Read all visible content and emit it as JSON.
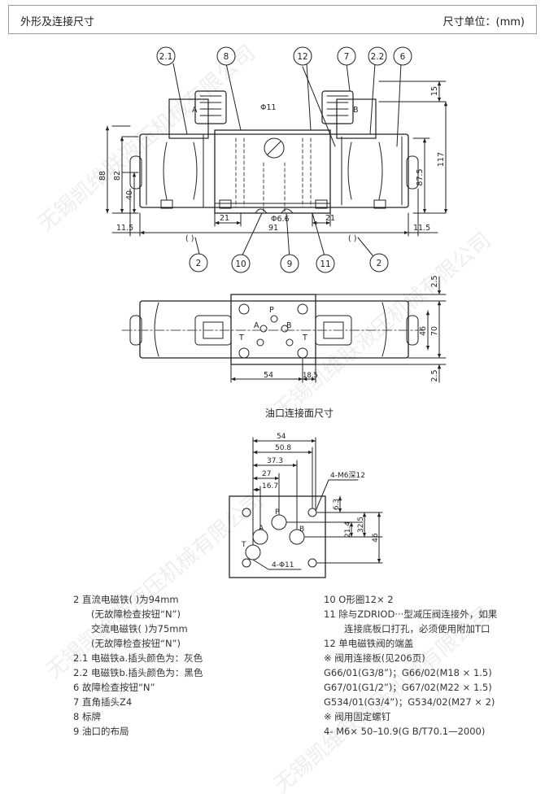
{
  "header": {
    "title": "外形及连接尺寸",
    "unit": "尺寸单位：(mm)"
  },
  "watermark": "无锡凯维联液压机械有限公司",
  "front_view": {
    "balloons": [
      "2.1",
      "8",
      "12",
      "7",
      "2.2",
      "6",
      "2",
      "10",
      "9",
      "11",
      "2"
    ],
    "dims": {
      "h15": "15",
      "h88": "88",
      "h82": "82",
      "h40": "40",
      "h117": "117",
      "h87_5": "87.5",
      "w21a": "21",
      "w21b": "21",
      "w11_5a": "11.5",
      "w11_5b": "11.5",
      "w91": "91",
      "phi11": "Φ11",
      "phi6_6": "Φ6.6",
      "label_a": "A",
      "label_b": "B",
      "paren_l": "( )",
      "paren_r": "( )"
    }
  },
  "top_view": {
    "ports": {
      "p": "P",
      "a": "A",
      "b": "B",
      "t1": "T",
      "t2": "T"
    },
    "dims": {
      "v2_5a": "2.5",
      "v2_5b": "2.5",
      "v46": "46",
      "v70": "70",
      "w54": "54",
      "w18_5": "18.5"
    }
  },
  "interface": {
    "title": "油口连接面尺寸",
    "ports": {
      "p": "P",
      "a": "A",
      "b": "B",
      "t": "T"
    },
    "dims": {
      "d54": "54",
      "d50_8": "50.8",
      "d37_3": "37.3",
      "d27": "27",
      "d16_7": "16.7",
      "d6_3": "6.3",
      "d21_4": "21.4",
      "d32_5": "32.5",
      "d46": "46",
      "thread": "4-M6深12",
      "holes": "4-Φ11"
    }
  },
  "notes_left": [
    "2  直流电磁铁(  )为94mm",
    "(无故障检查按钮“N”)",
    "交流电磁铁(  )为75mm",
    "(无故障检查按钮“N”)",
    "2.1 电磁铁a.插头颜色为：灰色",
    "2.2 电磁铁b.插头颜色为：黑色",
    "6  故障检查按钮“N”",
    "7  直角插头Z4",
    "8  标牌",
    "9  油口的布局"
  ],
  "notes_right": [
    "10  O形圈12× 2",
    "11  除与ZDRIOD···型减压阀连接外，如果",
    "连接底板口打孔，必须使用附加T口",
    "12  单电磁铁阀的端盖",
    "※  阀用连接板(见206页)",
    "G66/01(G3/8”)；G66/02(M18 × 1.5)",
    "G67/01(G1/2”)；G67/02(M22 × 1.5)",
    "G534/01(G3/4”)；G534/02(M27 × 2)",
    "※  阀用固定螺钉",
    "4- M6× 50–10.9(G B/T70.1—2000)"
  ]
}
